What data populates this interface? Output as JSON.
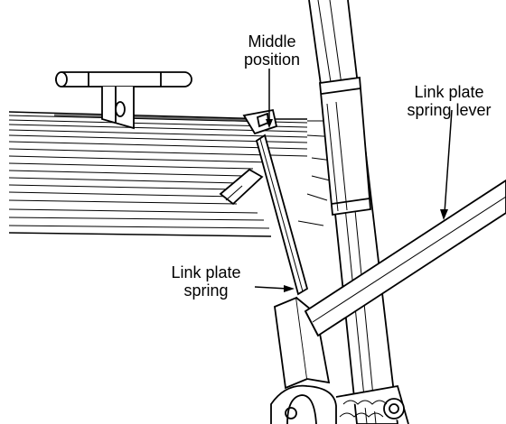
{
  "labels": {
    "middle_position": {
      "line1": "Middle",
      "line2": "position"
    },
    "link_plate_spring_lever": {
      "line1": "Link plate",
      "line2": "spring lever"
    },
    "link_plate_spring": {
      "line1": "Link plate",
      "line2": "spring"
    }
  }
}
